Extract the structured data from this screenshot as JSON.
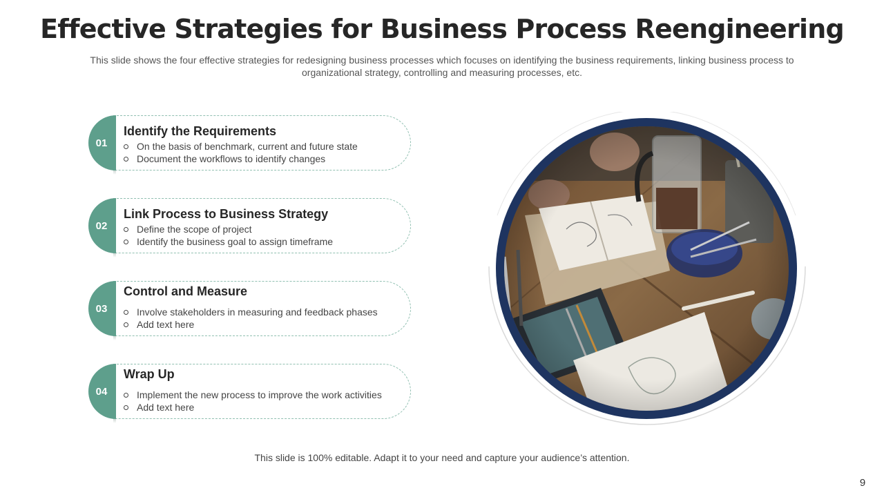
{
  "slide": {
    "title": "Effective Strategies for Business Process Reengineering",
    "subtitle": "This slide shows the four effective strategies for redesigning business processes which focuses on identifying the business requirements, linking business process to organizational strategy, controlling and measuring processes, etc.",
    "footer": "This slide is 100% editable. Adapt it to your need and capture your audience’s attention.",
    "page_number": "9"
  },
  "strategies": [
    {
      "number": "01",
      "heading": "Identify the Requirements",
      "points": [
        "On the basis of benchmark, current and future state",
        "Document the workflows to identify changes"
      ]
    },
    {
      "number": "02",
      "heading": "Link Process to Business Strategy",
      "points": [
        "Define the scope of project",
        "Identify the business goal to assign timeframe"
      ]
    },
    {
      "number": "03",
      "heading": "Control and Measure",
      "points": [
        "Involve stakeholders in measuring and feedback phases",
        "Add text here"
      ]
    },
    {
      "number": "04",
      "heading": "Wrap Up",
      "points": [
        "Implement the new process to improve the work activities",
        "Add text here"
      ]
    }
  ],
  "colors": {
    "accent_teal": "#5e9f8c",
    "dashed_outline": "#8fbfb0",
    "photo_ring_navy": "#1e3460"
  }
}
